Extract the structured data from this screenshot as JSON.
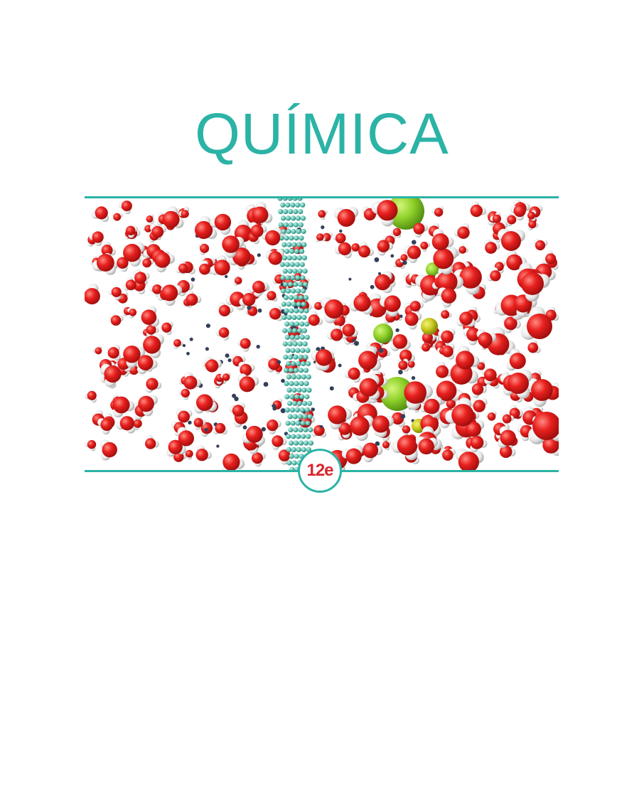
{
  "cover": {
    "title": "QUÍMICA",
    "edition": "12e",
    "colors": {
      "accent": "#2bb3a6",
      "edition_text": "#d8262e",
      "oxygen": "#e8201e",
      "hydrogen": "#f2f2f2",
      "graphene": "#5fc2b2",
      "chloride": "#8fd12a",
      "sodium": "#c7c91c"
    },
    "image": {
      "subject": "molecular-simulation",
      "icon": "water-molecules-graphene-membrane"
    }
  }
}
